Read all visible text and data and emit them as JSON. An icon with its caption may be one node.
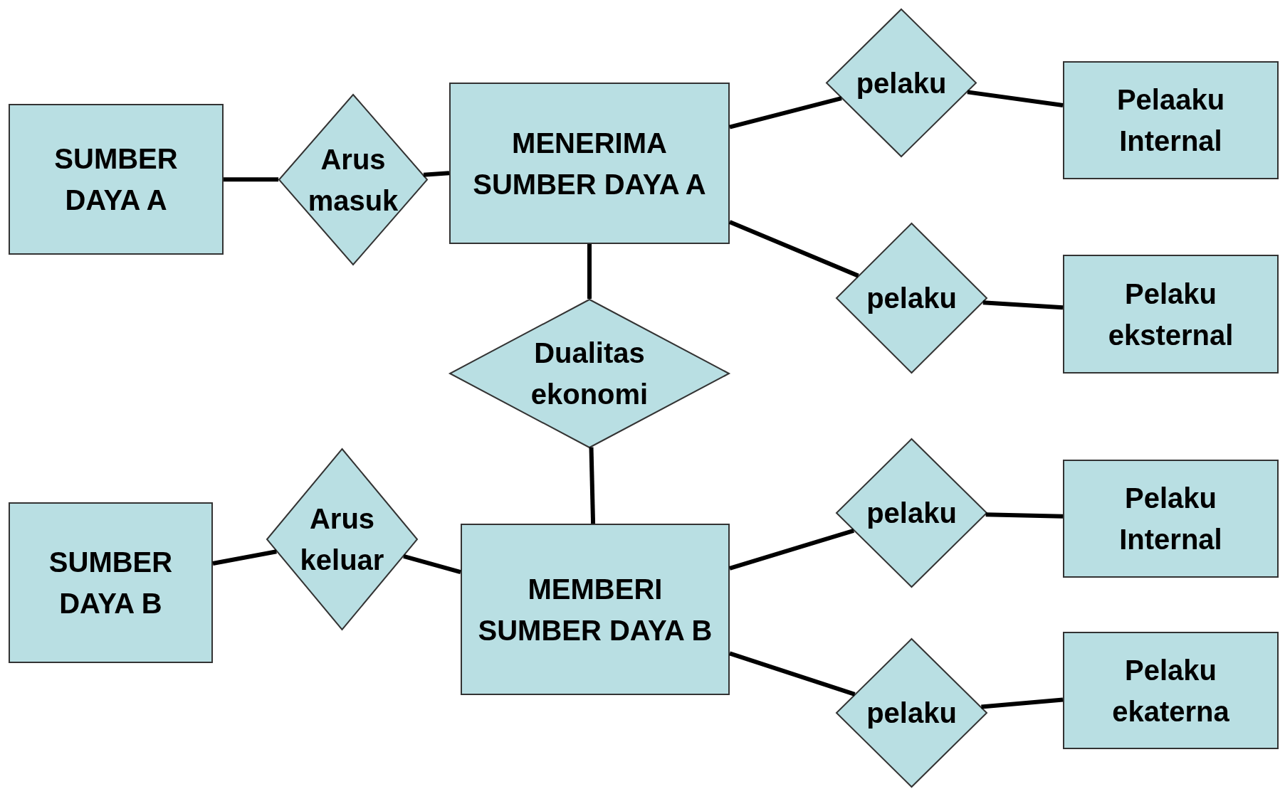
{
  "diagram": {
    "nodes": [
      {
        "text": [
          "SUMBER DAYA A"
        ]
      },
      {
        "text": [
          "Arus masuk"
        ]
      },
      {
        "text": [
          "MENERIMA SUMBER DAYA A"
        ]
      },
      {
        "text": [
          "pelaku"
        ]
      },
      {
        "text": [
          "Pelaaku Internal"
        ]
      },
      {
        "text": [
          "pelaku"
        ]
      },
      {
        "text": [
          "Pelaku eksternal"
        ]
      },
      {
        "text": [
          "Dualitas ekonomi"
        ]
      },
      {
        "text": [
          "SUMBER DAYA B"
        ]
      },
      {
        "text": [
          "Arus keluar"
        ]
      },
      {
        "text": [
          "MEMBERI SUMBER DAYA B"
        ]
      },
      {
        "text": [
          "pelaku"
        ]
      },
      {
        "text": [
          "Pelaku Internal"
        ]
      },
      {
        "text": [
          "pelaku"
        ]
      },
      {
        "text": [
          "Pelaku ekaterna"
        ]
      }
    ],
    "edges": [
      {
        "from": 0,
        "to": 1,
        "arrow": "none"
      },
      {
        "from": 1,
        "to": 2,
        "arrow": "none"
      },
      {
        "from": 2,
        "to": 3,
        "arrow": "none"
      },
      {
        "from": 3,
        "to": 4,
        "arrow": "none"
      },
      {
        "from": 2,
        "to": 5,
        "arrow": "none"
      },
      {
        "from": 5,
        "to": 6,
        "arrow": "none"
      },
      {
        "from": 2,
        "to": 7,
        "arrow": "none"
      },
      {
        "from": 7,
        "to": 10,
        "arrow": "none"
      },
      {
        "from": 8,
        "to": 9,
        "arrow": "none"
      },
      {
        "from": 9,
        "to": 10,
        "arrow": "none"
      },
      {
        "from": 10,
        "to": 11,
        "arrow": "none"
      },
      {
        "from": 11,
        "to": 12,
        "arrow": "none"
      },
      {
        "from": 10,
        "to": 13,
        "arrow": "none"
      },
      {
        "from": 13,
        "to": 14,
        "arrow": "none"
      }
    ]
  }
}
